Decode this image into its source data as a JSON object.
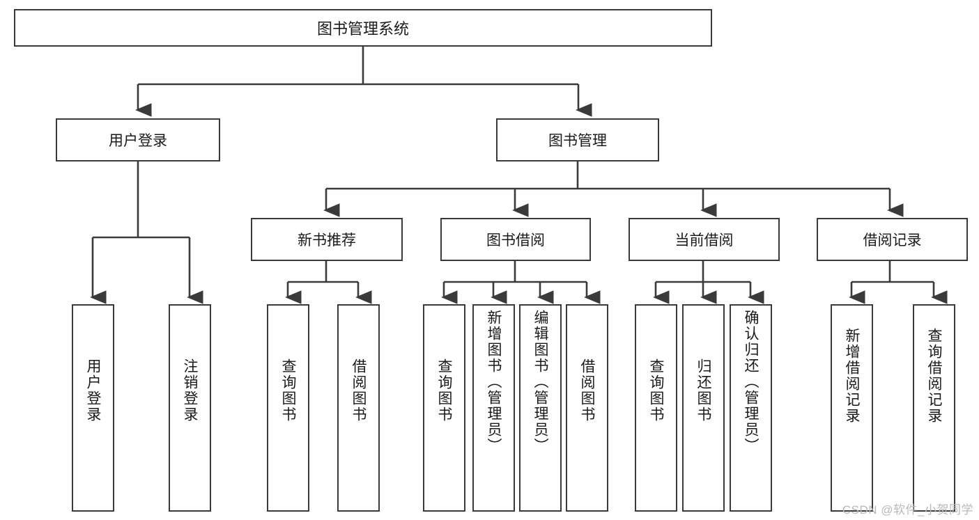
{
  "diagram": {
    "title": "图书管理系统",
    "watermark": "CSDN @软件_小贺同学",
    "colors": {
      "stroke": "#3a3a3a",
      "fill": "#ffffff",
      "text": "#1a1a1a",
      "watermark": "#b9b9b9"
    },
    "root": {
      "label": "图书管理系统"
    },
    "level1": [
      {
        "label": "用户登录"
      },
      {
        "label": "图书管理"
      }
    ],
    "level2": [
      {
        "label": "新书推荐"
      },
      {
        "label": "图书借阅"
      },
      {
        "label": "当前借阅"
      },
      {
        "label": "借阅记录"
      }
    ],
    "leaves": {
      "user_login": [
        {
          "label": "用户登录"
        },
        {
          "label": "注销登录"
        }
      ],
      "new_book": [
        {
          "label": "查询图书"
        },
        {
          "label": "借阅图书"
        }
      ],
      "book_borrow": [
        {
          "label": "查询图书"
        },
        {
          "label": "新增图书（管理员）"
        },
        {
          "label": "编辑图书（管理员）"
        },
        {
          "label": "借阅图书"
        }
      ],
      "current_borrow": [
        {
          "label": "查询图书"
        },
        {
          "label": "归还图书"
        },
        {
          "label": "确认归还（管理员）"
        }
      ],
      "borrow_record": [
        {
          "label": "新增借阅记录"
        },
        {
          "label": "查询借阅记录"
        }
      ]
    }
  }
}
